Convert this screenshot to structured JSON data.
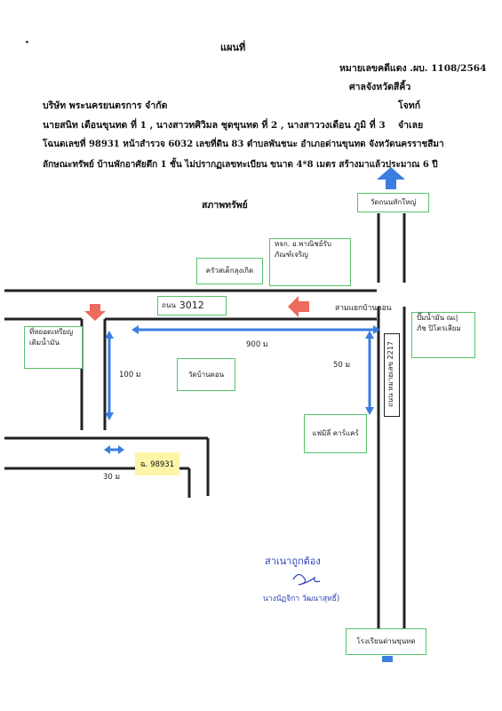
{
  "document": {
    "title": "แผนที่",
    "case_no": "หมายเลขคดีแดง .ผบ. 1108/2564",
    "court": "ศาลจังหวัดสีคิ้ว",
    "plaintiff": "บริษัท พระนครยนตรการ จำกัด",
    "plaintiff_role": "โจทก์",
    "defendants": "นายสนิท เดือนขุนทด ที่ 1 , นางสาวทศิวิมล ชุดขุนทด ที่ 2 , นางสาววงเดือน ภูมิ ที่ 3",
    "defendants_role": "จำเลย",
    "deed_line": "โฉนดเลขที่  98931   หน้าสำรวจ 6032    เลขที่ดิน 83    ตำบลพันชนะ    อำเภอด่านขุนทด    จังหวัดนครราชสีมา",
    "property_line": "ลักษณะทรัพย์  บ้านพักอาศัยตึก 1 ชั้น ไม่ปรากฏเลขทะเบียน  ขนาด 4*8 เมตร สร้างมาแล้วประมาณ 6 ปี",
    "property_heading": "สภาพทรัพย์"
  },
  "map": {
    "landmarks": {
      "temple_top": "วัดถนนหักใหญ่",
      "shop_name": "ครัวสเต็กลุงเกิด",
      "store_line1": "หจก. อ.พาณิชย์รับ",
      "store_line2": "ภัณฑ์เจริญ",
      "gas_line1": "ที่หยอดเหรียญ",
      "gas_line2": "เติมน้ำมัน",
      "pump_line1": "ปั๊มน้ำมัน ณเ|",
      "pump_line2": "ภัช ปิโตรเลียม",
      "temple_mid": "วัดบ้านดอน",
      "family_care": "แฟมิลี่ คาร์แคร์",
      "school": "โรงเรียนด่านขุนทด"
    },
    "roads": {
      "road_3012_prefix": "ถนน",
      "road_3012_number": "3012",
      "road_2217": "ถนน  หมายเลข  2217",
      "intersection": "สามแยกบ้านดอน"
    },
    "distances": {
      "d900": "900 ม",
      "d100": "100 ม",
      "d50": "50 ม",
      "d30": "30 ม"
    },
    "plot_label": "ฉ. 98931"
  },
  "signature": {
    "certified": "สาเนาถูกต้อง",
    "name": "นางนัฏจิกา  วัฒนาสุทธิ์)"
  },
  "colors": {
    "arrow_blue": "#3b7ee0",
    "arrow_red": "#ee6a5c",
    "box_border": "#58c36a",
    "plot_fill": "#fdf6a8",
    "road_line": "#222222",
    "signature_ink": "#2a40b8"
  }
}
